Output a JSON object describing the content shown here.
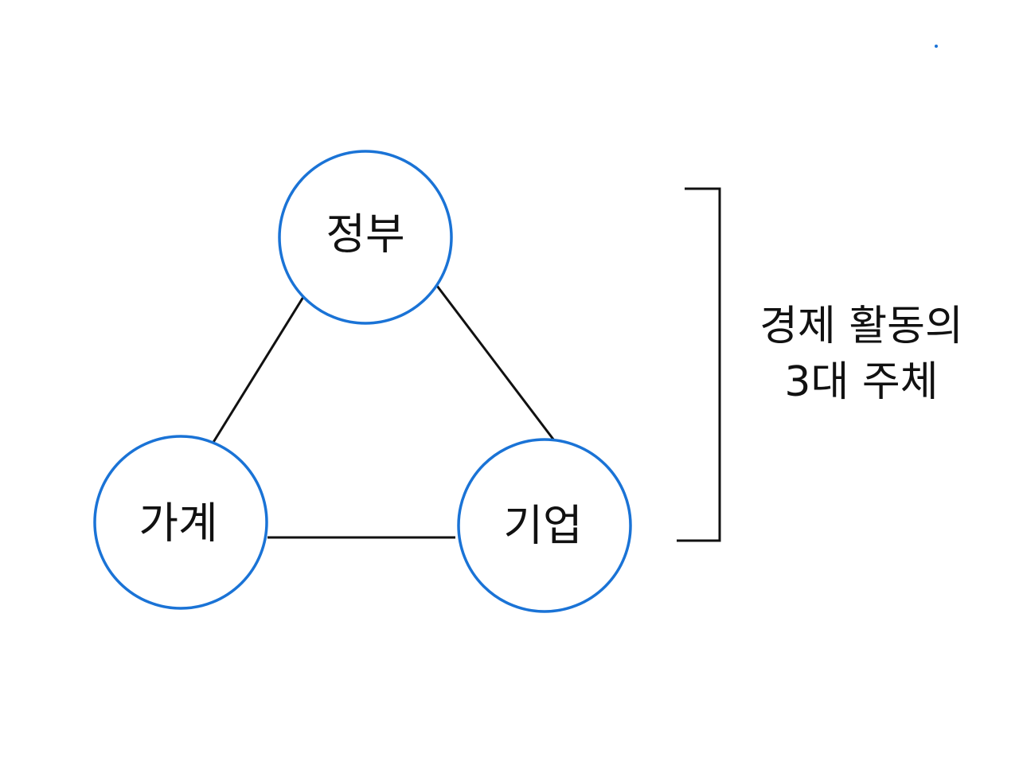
{
  "nodes": {
    "government": "정부",
    "household": "가계",
    "firm": "기업"
  },
  "caption": {
    "line1": "경제 활동의",
    "line2": "3대 주체"
  },
  "colors": {
    "node_outline": "#1a73d6",
    "connector": "#111111",
    "text": "#111111",
    "background": "#ffffff"
  }
}
